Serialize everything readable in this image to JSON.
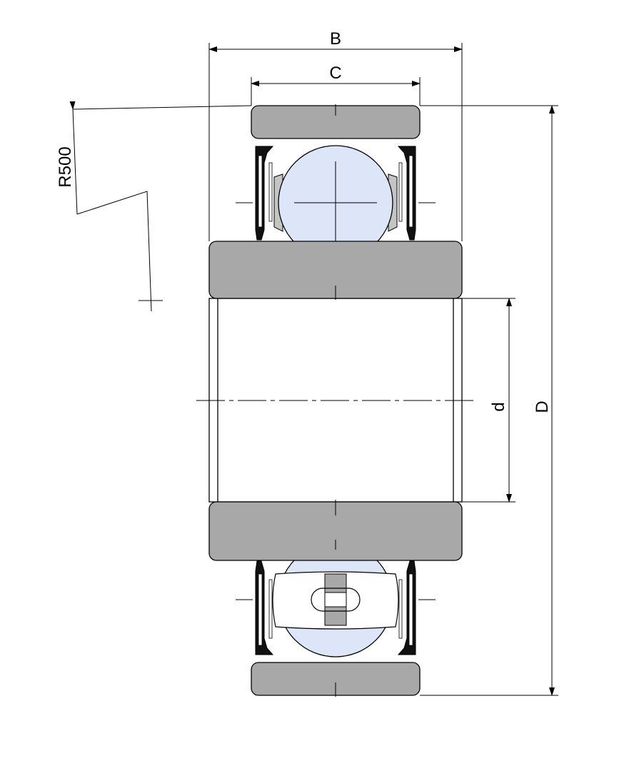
{
  "labels": {
    "width_outer": "B",
    "width_inner": "C",
    "bore": "d",
    "outer_diameter": "D",
    "radius": "R500"
  },
  "colors": {
    "ring": "#a8a8a8",
    "ball": "#dde5f9",
    "cage": "#c4c4c4",
    "seal": "#111111",
    "line": "#000000"
  }
}
